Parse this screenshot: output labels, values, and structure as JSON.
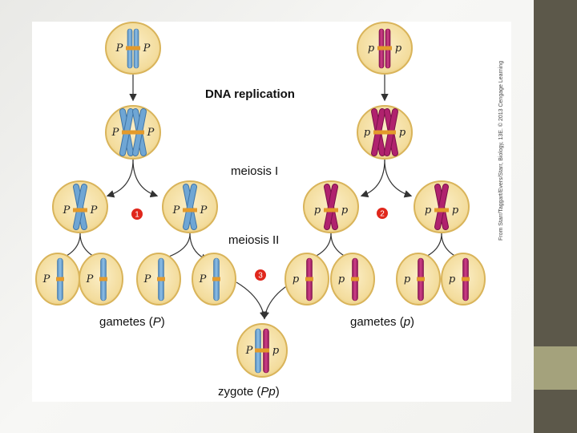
{
  "labels": {
    "dna_replication": "DNA replication",
    "meiosis_1": "meiosis I",
    "meiosis_2": "meiosis II",
    "gametes_P": "gametes (P)",
    "gametes_p": "gametes (p)",
    "zygote": "zygote (Pp)"
  },
  "steps": {
    "one": "1",
    "two": "2",
    "three": "3"
  },
  "alleles": {
    "dominant": "P",
    "recessive": "p"
  },
  "credit": "From Starr/Taggart/Evers/Starr, Biology, 13E. © 2013 Cengage Learning",
  "colors": {
    "blue_chromosome": "#6fa6d4",
    "magenta_chromosome": "#b0226e",
    "cell_fill": "#f3dc9c",
    "cell_border": "#d9b45a",
    "gene_marker": "#e39a2b",
    "step_badge": "#e0271c"
  }
}
